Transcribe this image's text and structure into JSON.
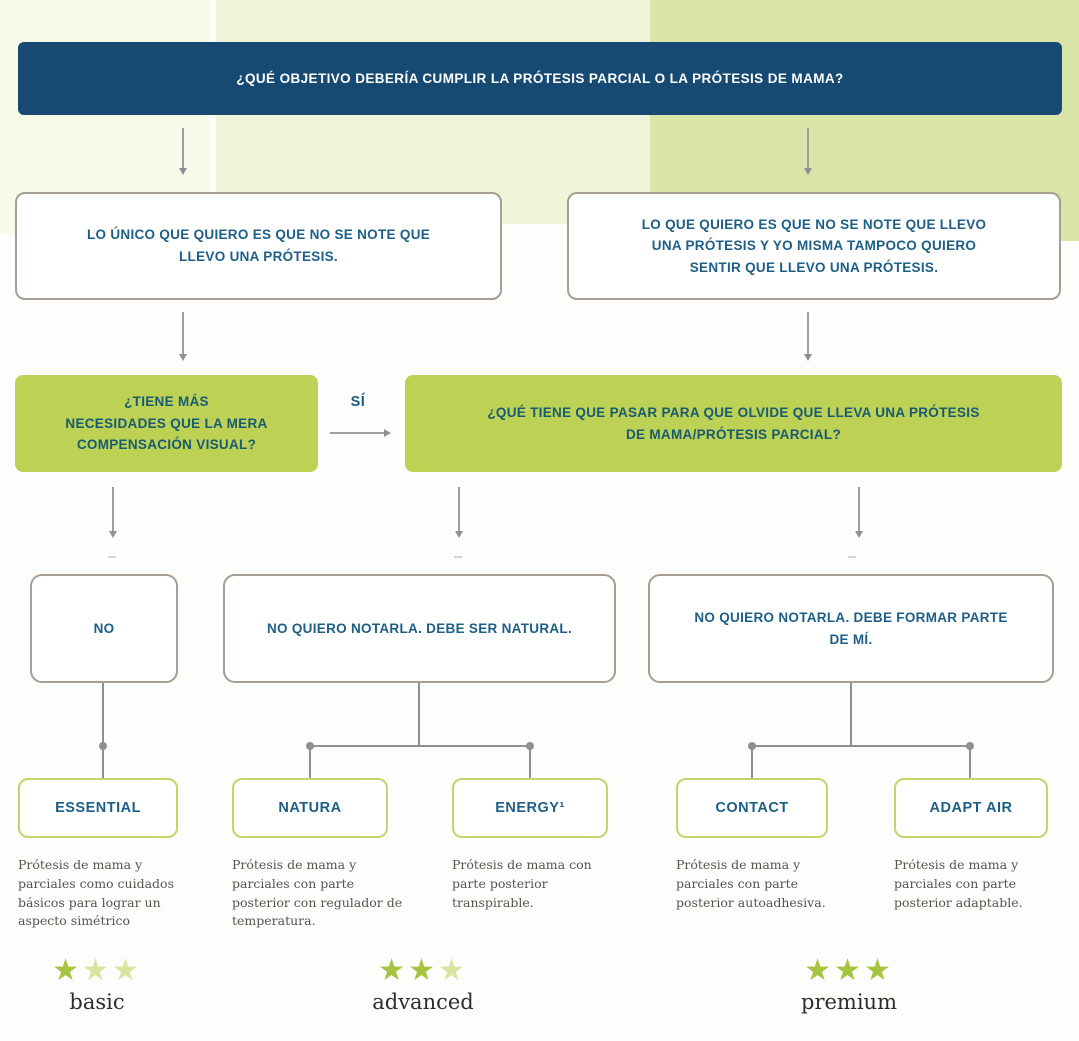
{
  "header": {
    "question": "¿QUÉ OBJETIVO DEBERÍA CUMPLIR LA PRÓTESIS PARCIAL O LA PRÓTESIS DE MAMA?"
  },
  "branch_answers": {
    "left": "LO ÚNICO QUE QUIERO ES QUE NO SE NOTE QUE\nLLEVO UNA PRÓTESIS.",
    "right": "LO QUE QUIERO ES QUE NO SE NOTE QUE LLEVO\nUNA PRÓTESIS Y YO MISMA TAMPOCO QUIERO\nSENTIR QUE LLEVO UNA PRÓTESIS."
  },
  "questions": {
    "left": "¿TIENE MÁS\nNECESIDADES QUE LA MERA\nCOMPENSACIÓN VISUAL?",
    "connector_label": "SÍ",
    "right": "¿QUÉ TIENE QUE PASAR PARA QUE OLVIDE QUE LLEVA UNA PRÓTESIS\nDE MAMA/PRÓTESIS PARCIAL?"
  },
  "needs": {
    "no": "NO",
    "natural": "NO QUIERO NOTARLA. DEBE SER NATURAL.",
    "part_of_me": "NO QUIERO NOTARLA. DEBE FORMAR PARTE\nDE MÍ."
  },
  "products": [
    {
      "name": "ESSENTIAL",
      "description": "Prótesis de mama y parciales como cuidados básicos para lograr un aspecto simétrico"
    },
    {
      "name": "NATURA",
      "description": "Prótesis de mama y parciales con parte posterior con regulador de temperatura."
    },
    {
      "name": "ENERGY¹",
      "description": "Prótesis de mama con parte posterior transpirable."
    },
    {
      "name": "CONTACT",
      "description": "Prótesis de mama y parciales con parte posterior autoadhesiva."
    },
    {
      "name": "ADAPT AIR",
      "description": "Prótesis de mama y parciales con parte posterior adaptable."
    }
  ],
  "tiers": [
    {
      "label": "basic",
      "stars_filled": 1,
      "stars_total": 3
    },
    {
      "label": "advanced",
      "stars_filled": 2,
      "stars_total": 3
    },
    {
      "label": "premium",
      "stars_filled": 3,
      "stars_total": 3
    }
  ],
  "colors": {
    "header_bg": "#164a72",
    "question_bg": "#bdd155",
    "text_blue": "#1d5e87",
    "box_border": "#a79d92",
    "product_border": "#c5d46a",
    "star_filled": "#a6c440",
    "star_empty": "#d8e59e",
    "band_basic": "#f8fae9",
    "band_advanced": "#f0f4da",
    "band_premium": "#dbe5a9"
  }
}
